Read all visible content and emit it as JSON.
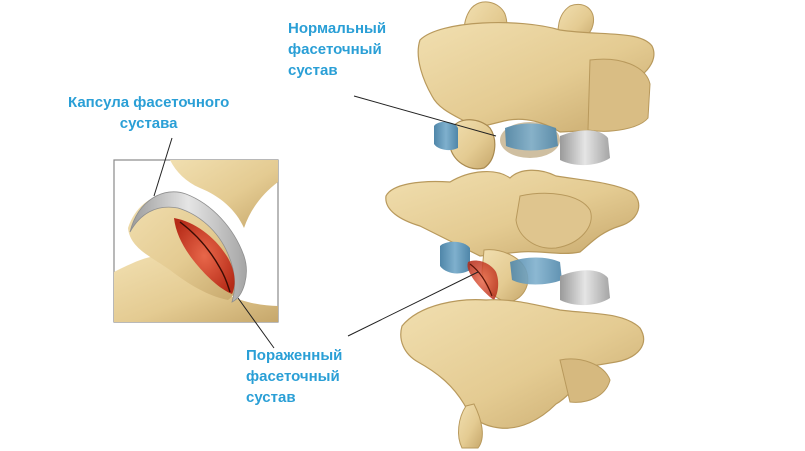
{
  "labels": {
    "capsule": "Капсула фасеточного\nсустава",
    "normal": "Нормальный\nфасеточный\nсустав",
    "damaged": "Пораженный\nфасеточный\nсустав"
  },
  "colors": {
    "label": "#2a9fd6",
    "bone": "#e6cf98",
    "bone_shade": "#c9ad72",
    "disc": "#5b93b5",
    "cartilage_damaged": "#d2412a",
    "capsule": "#b9b9b9",
    "leader": "#222222"
  }
}
